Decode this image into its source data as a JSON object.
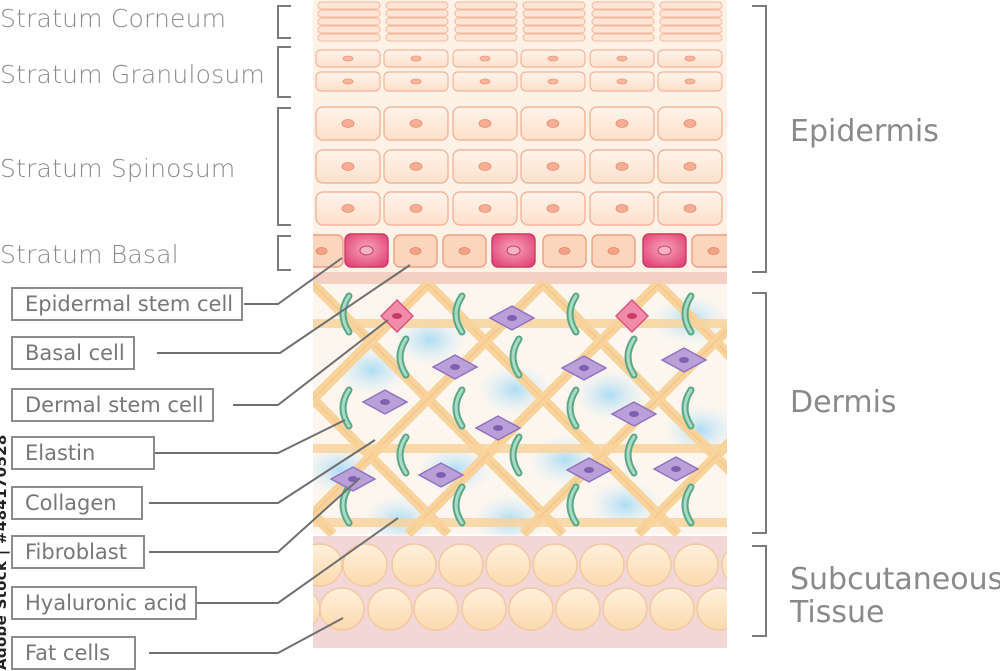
{
  "layers": [
    {
      "id": "corneum",
      "label": "Stratum Corneum"
    },
    {
      "id": "granulosum",
      "label": "Stratum Granulosum"
    },
    {
      "id": "spinosum",
      "label": "Stratum Spinosum"
    },
    {
      "id": "basal",
      "label": "Stratum Basal"
    }
  ],
  "regions": {
    "epidermis": "Epidermis",
    "dermis": "Dermis",
    "subcutaneous_line1": "Subcutaneous",
    "subcutaneous_line2": "Tissue"
  },
  "callouts": [
    {
      "id": "epidermal-stem-cell",
      "label": "Epidermal stem cell"
    },
    {
      "id": "basal-cell",
      "label": "Basal cell"
    },
    {
      "id": "dermal-stem-cell",
      "label": "Dermal stem cell"
    },
    {
      "id": "elastin",
      "label": "Elastin"
    },
    {
      "id": "collagen",
      "label": "Collagen"
    },
    {
      "id": "fibroblast",
      "label": "Fibroblast"
    },
    {
      "id": "hyaluronic-acid",
      "label": "Hyaluronic acid"
    },
    {
      "id": "fat-cells",
      "label": "Fat cells"
    }
  ],
  "watermark": "Adobe Stock | #484170528",
  "colors": {
    "label_gray": "#8a8a8a",
    "epidermis_cell": "#fde3d0",
    "stem_cell_pink": "#e9557f",
    "collagen_orange": "#f7cf93",
    "elastin_green": "#7fc2a6",
    "fibroblast_purple": "#a98bc9",
    "hyaluronic_blue": "#bfe3f5",
    "fat_cell": "#fde1bf",
    "subcutaneous_bg": "#f3d6d6"
  }
}
